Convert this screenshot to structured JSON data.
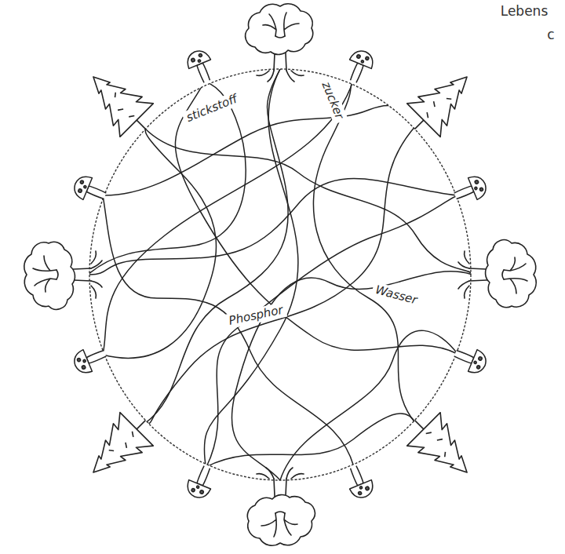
{
  "diagram": {
    "labels": [
      "Lebens",
      "c",
      "stickstoff",
      "zucker",
      "Wasser",
      "Phosphor"
    ]
  }
}
